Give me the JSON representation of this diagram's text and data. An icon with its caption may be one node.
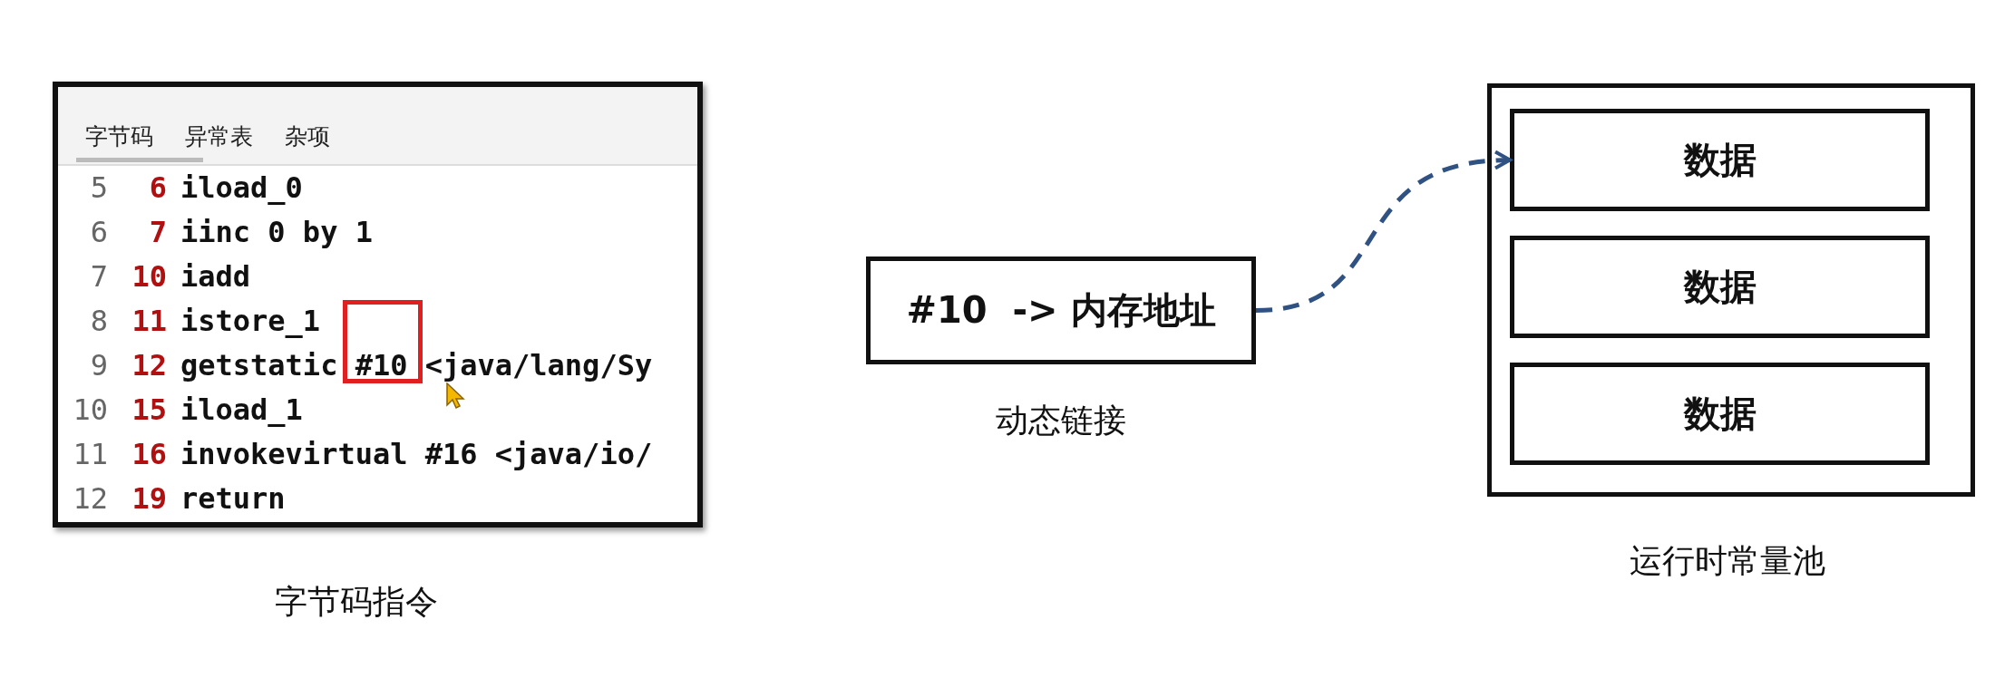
{
  "diagram": {
    "nodes": [
      {
        "text": [],
        "shape": "box",
        "beside": [
          "字节码指令"
        ]
      },
      {
        "text": [
          "#10  -> 内存地址"
        ],
        "beside": [
          "动态链接"
        ]
      },
      {
        "text": [],
        "shape": "box",
        "beside": [
          "运行时常量池"
        ]
      },
      {
        "text": [
          "数据"
        ],
        "in": 2
      },
      {
        "text": [
          "数据"
        ],
        "in": 2
      },
      {
        "text": [
          "数据"
        ],
        "in": 2
      }
    ],
    "edges": [
      {
        "from": 1,
        "to": 3,
        "arrow": "to",
        "style": "dashed"
      }
    ],
    "labels": [
      "字节码",
      "异常表",
      "杂项",
      "5",
      "6",
      "iload_0",
      "6",
      "7",
      "iinc 0 by 1",
      "7",
      "10",
      "iadd",
      "8",
      "11",
      "istore_1",
      "9",
      "12",
      "getstatic #10 <java/lang/Sy",
      "10",
      "15",
      "iload_1",
      "11",
      "16",
      "invokevirtual #16 <java/io/",
      "12",
      "19",
      "return"
    ]
  }
}
